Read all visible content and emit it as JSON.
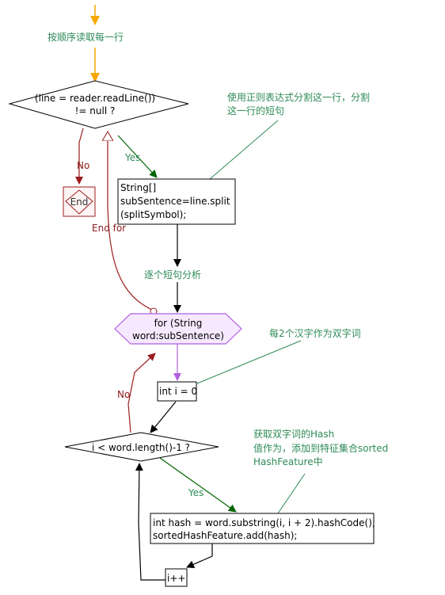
{
  "flowchart": {
    "start_label": "按顺序读取每一行",
    "decision_readline": {
      "line1": "(line = reader.readLine())",
      "line2": "!= null ?"
    },
    "note_split": {
      "line1": "使用正则表达式分割这一行，分割",
      "line2": "这一行的短句"
    },
    "yes_label": "Yes",
    "no_label": "No",
    "end_label": "End",
    "end_for_label": "End for",
    "split_box": {
      "line1": "String[]",
      "line2": "subSentence=line.split",
      "line3": "(splitSymbol);"
    },
    "loop_label": "逐个短句分析",
    "for_loop": {
      "line1": "for (String",
      "line2": "word:subSentence)"
    },
    "note_double": "每2个汉字作为双字词",
    "init_box": "int i = 0",
    "decision_length": "i < word.length()-1 ?",
    "note_hash": {
      "line1": "获取双字词的Hash",
      "line2": "值作为，添加到特征集合sorted",
      "line3": "HashFeature中"
    },
    "hash_box": {
      "line1": "int hash = word.substring(i, i + 2).hashCode();",
      "line2": "sortedHashFeature.add(hash);"
    },
    "incr_box": "i++"
  },
  "colors": {
    "flow": "#000000",
    "start": "#f5a800",
    "yes_path": "#006400",
    "no_path": "#9b1c1c",
    "loop_path": "#b05fe0",
    "label_text": "#2e8b57",
    "end_fill": "#fff4f4",
    "loop_fill": "#f6e9ff"
  }
}
